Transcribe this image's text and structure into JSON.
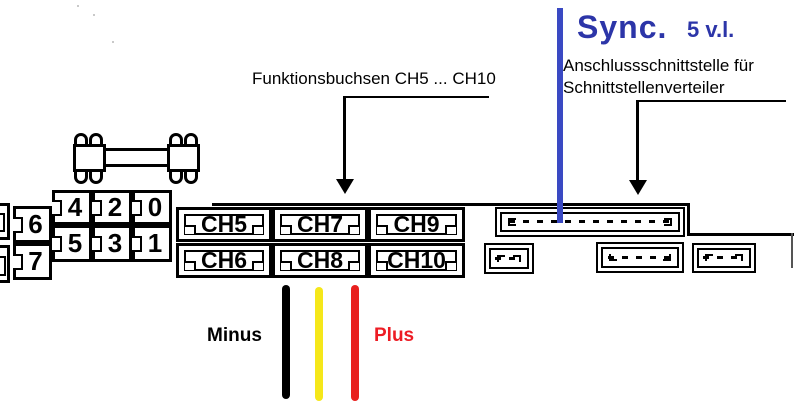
{
  "labels": {
    "funktionsbuchsen": "Funktionsbuchsen CH5 ... CH10",
    "sync": "Sync.",
    "sync_detail": "5 v.l.",
    "anschluss_line1": "Anschlussschnittstelle für",
    "anschluss_line2": "Schnittstellenverteiler",
    "minus": "Minus",
    "plus": "Plus"
  },
  "pin_numbers": {
    "left_column": [
      "6",
      "7"
    ],
    "grid_row1": [
      "4",
      "2",
      "0"
    ],
    "grid_row2": [
      "5",
      "3",
      "1"
    ]
  },
  "channels": {
    "row1": [
      "CH5",
      "CH7",
      "CH9"
    ],
    "row2": [
      "CH6",
      "CH8",
      "CH10"
    ]
  },
  "colors": {
    "sync_line": "#3a49c3",
    "sync_text": "#2c35a8",
    "plus_text": "#ed1c24",
    "wire_minus": "#000000",
    "wire_middle": "#f5e71a",
    "wire_plus": "#e8201e"
  }
}
